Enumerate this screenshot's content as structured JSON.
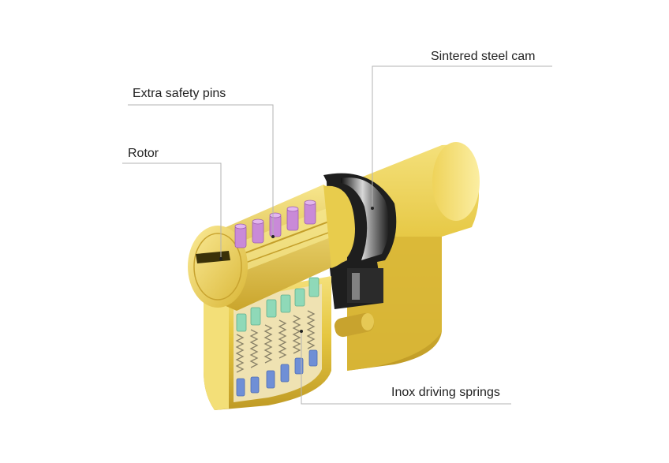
{
  "labels": {
    "cam": "Sintered steel cam",
    "pins": "Extra safety pins",
    "rotor": "Rotor",
    "springs": "Inox driving springs"
  },
  "colors": {
    "brass_light": "#f2dc6a",
    "brass_mid": "#e3c13a",
    "brass_dark": "#b08c1c",
    "safety_pin": "#c98ad8",
    "driver_pin": "#8fd9b8",
    "key_pin": "#6f8fd6",
    "cam": "#2a2a2a",
    "leader_line": "#b3b3b3"
  }
}
